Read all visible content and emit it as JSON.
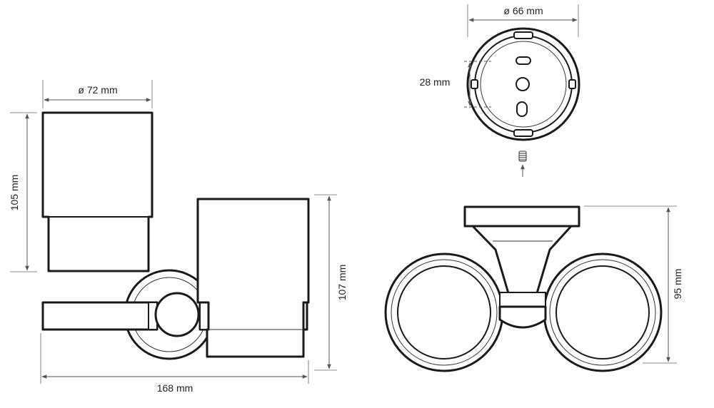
{
  "dimensions": {
    "left_cup_diameter": "ø 72 mm",
    "left_cup_height": "105 mm",
    "front_height": "107 mm",
    "total_width": "168 mm",
    "plate_diameter": "ø 66 mm",
    "hole_spacing": "28 mm",
    "top_view_height": "95 mm"
  }
}
